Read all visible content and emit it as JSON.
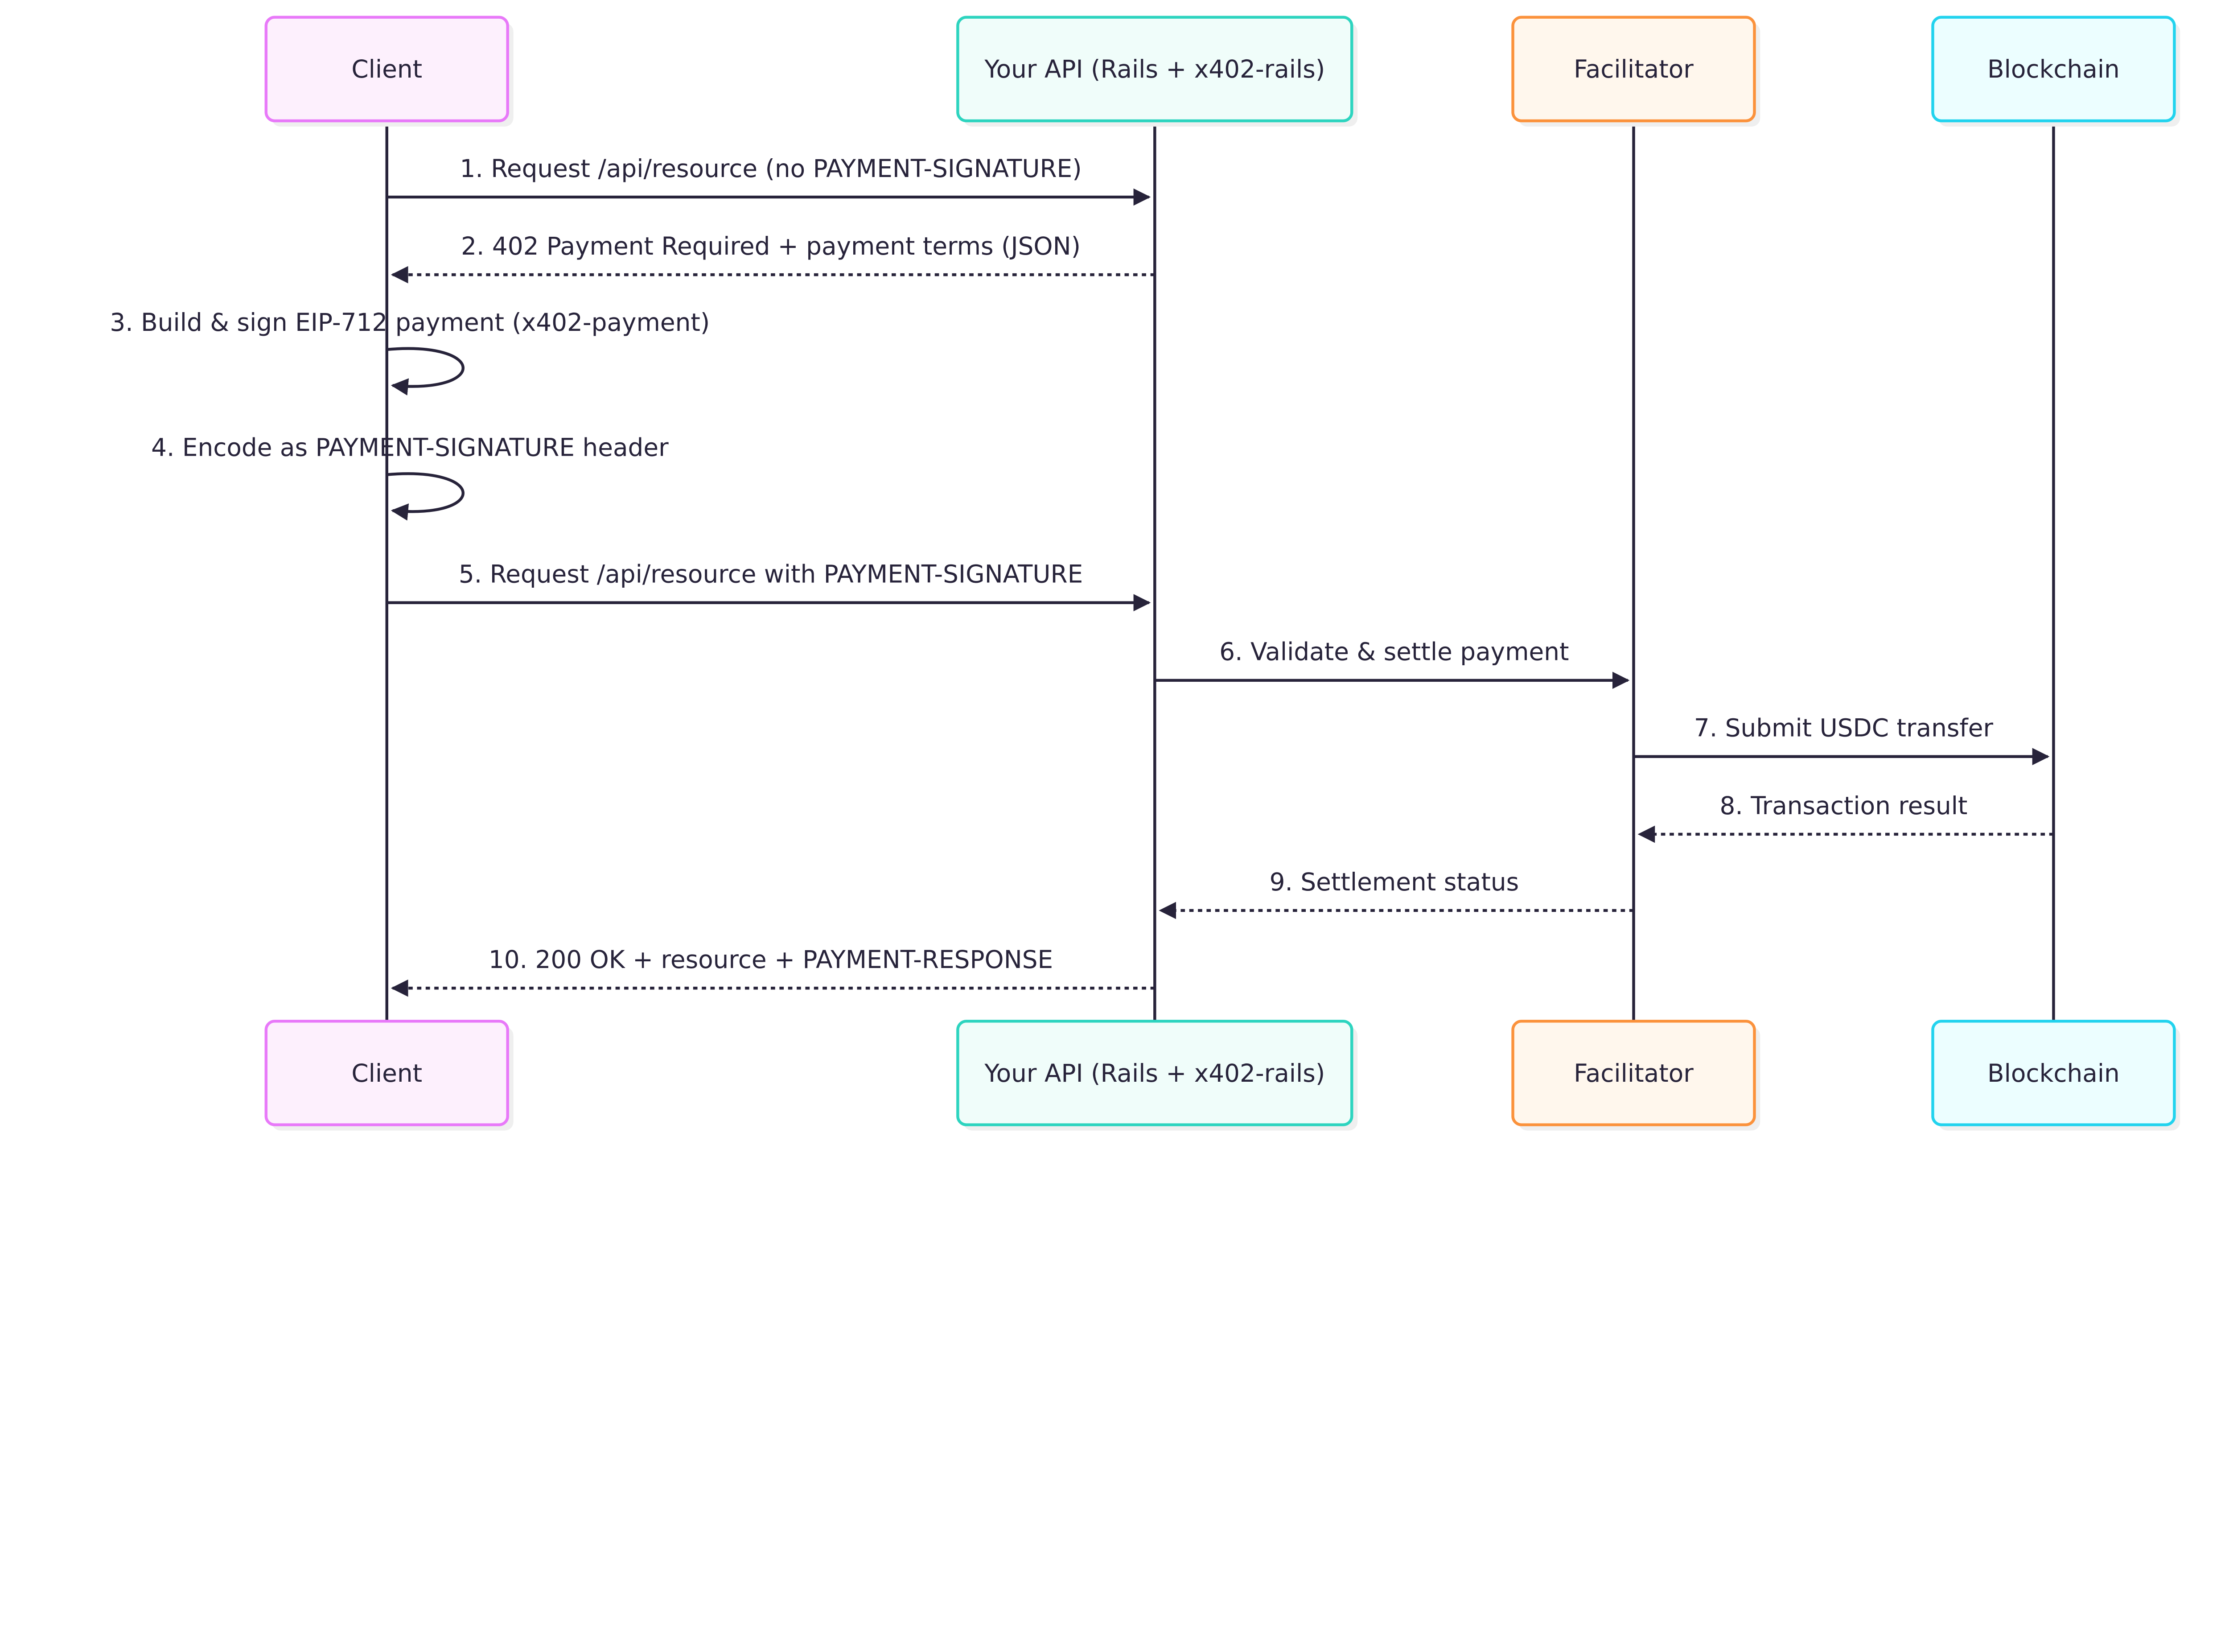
{
  "participants": [
    {
      "label": "Client",
      "border": "#e879f9",
      "fill": "#fdf0fd"
    },
    {
      "label": "Your API (Rails + x402-rails)",
      "border": "#2dd4bf",
      "fill": "#f0fdfa"
    },
    {
      "label": "Facilitator",
      "border": "#fb923c",
      "fill": "#fff7ed"
    },
    {
      "label": "Blockchain",
      "border": "#22d3ee",
      "fill": "#ecfeff"
    }
  ],
  "messages": [
    {
      "from": 0,
      "to": 1,
      "dashed": false,
      "label": "1. Request /api/resource (no PAYMENT-SIGNATURE)"
    },
    {
      "from": 1,
      "to": 0,
      "dashed": true,
      "label": "2. 402 Payment Required + payment terms (JSON)"
    },
    {
      "from": 0,
      "to": 0,
      "dashed": false,
      "label": "3. Build & sign EIP-712 payment (x402-payment)"
    },
    {
      "from": 0,
      "to": 0,
      "dashed": false,
      "label": "4. Encode as PAYMENT-SIGNATURE header"
    },
    {
      "from": 0,
      "to": 1,
      "dashed": false,
      "label": "5. Request /api/resource with PAYMENT-SIGNATURE"
    },
    {
      "from": 1,
      "to": 2,
      "dashed": false,
      "label": "6. Validate & settle payment"
    },
    {
      "from": 2,
      "to": 3,
      "dashed": false,
      "label": "7. Submit USDC transfer"
    },
    {
      "from": 3,
      "to": 2,
      "dashed": true,
      "label": "8. Transaction result"
    },
    {
      "from": 2,
      "to": 1,
      "dashed": true,
      "label": "9. Settlement status"
    },
    {
      "from": 1,
      "to": 0,
      "dashed": true,
      "label": "10. 200 OK + resource + PAYMENT-RESPONSE"
    }
  ],
  "line_color": "#27233a"
}
